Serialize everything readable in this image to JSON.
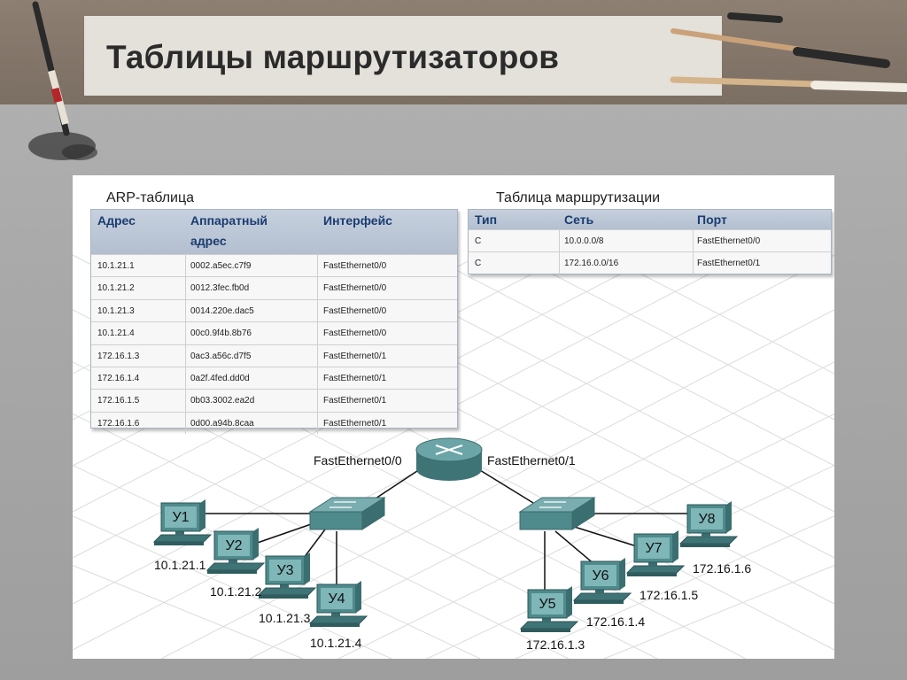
{
  "slide": {
    "title": "Таблицы маршрутизаторов"
  },
  "arp_table": {
    "caption": "ARP-таблица",
    "headers": [
      "Адрес",
      "Аппаратный",
      "адрес",
      "Интерфейс"
    ],
    "rows": [
      [
        "10.1.21.1",
        "0002.a5ec.c7f9",
        "FastEthernet0/0"
      ],
      [
        "10.1.21.2",
        "0012.3fec.fb0d",
        "FastEthernet0/0"
      ],
      [
        "10.1.21.3",
        "0014.220e.dac5",
        "FastEthernet0/0"
      ],
      [
        "10.1.21.4",
        "00c0.9f4b.8b76",
        "FastEthernet0/0"
      ],
      [
        "172.16.1.3",
        "0ac3.a56c.d7f5",
        "FastEthernet0/1"
      ],
      [
        "172.16.1.4",
        "0a2f.4fed.dd0d",
        "FastEthernet0/1"
      ],
      [
        "172.16.1.5",
        "0b03.3002.ea2d",
        "FastEthernet0/1"
      ],
      [
        "172.16.1.6",
        "0d00.a94b.8caa",
        "FastEthernet0/1"
      ]
    ]
  },
  "routing_table": {
    "caption": "Таблица маршрутизации",
    "headers": [
      "Тип",
      "Сеть",
      "Порт"
    ],
    "rows": [
      [
        "C",
        "10.0.0.0/8",
        "FastEthernet0/0"
      ],
      [
        "C",
        "172.16.0.0/16",
        "FastEthernet0/1"
      ]
    ]
  },
  "network": {
    "router_port_left": "FastEthernet0/0",
    "router_port_right": "FastEthernet0/1",
    "hosts": [
      {
        "name": "У1",
        "ip": "10.1.21.1"
      },
      {
        "name": "У2",
        "ip": "10.1.21.2"
      },
      {
        "name": "У3",
        "ip": "10.1.21.3"
      },
      {
        "name": "У4",
        "ip": "10.1.21.4"
      },
      {
        "name": "У5",
        "ip": "172.16.1.3"
      },
      {
        "name": "У6",
        "ip": "172.16.1.4"
      },
      {
        "name": "У7",
        "ip": "172.16.1.5"
      },
      {
        "name": "У8",
        "ip": "172.16.1.6"
      }
    ]
  },
  "colors": {
    "device_teal": "#4f8a8c",
    "table_header": "#bcc7d6",
    "header_text": "#1a3c70"
  }
}
